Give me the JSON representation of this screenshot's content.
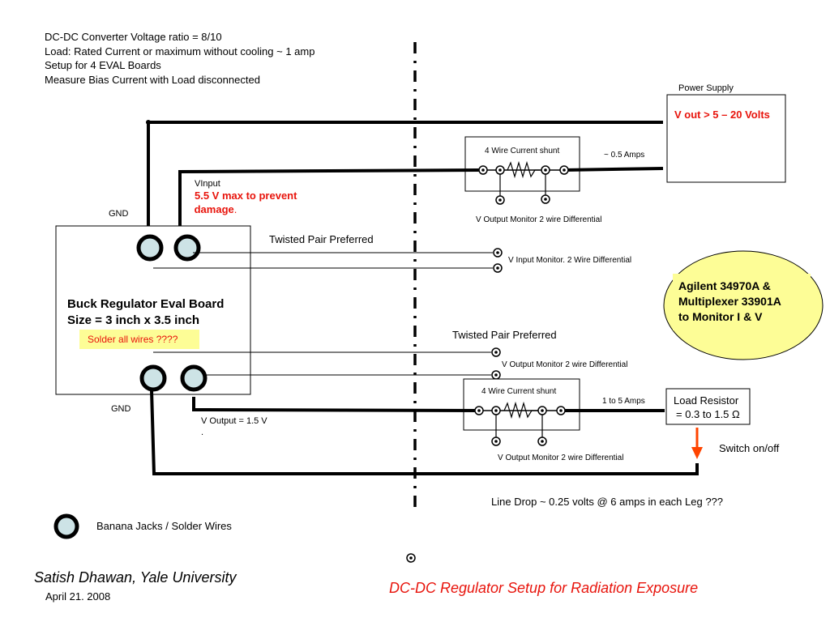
{
  "notes": [
    "DC-DC Converter Voltage ratio = 8/10",
    "Load: Rated Current or maximum without cooling ~ 1 amp",
    "Setup for 4 EVAL Boards",
    "Measure Bias Current with Load disconnected"
  ],
  "power_supply": {
    "label": "Power Supply",
    "value": "V out > 5 – 20 Volts"
  },
  "shunt_top": {
    "label": "4 Wire Current shunt",
    "current": "~ 0.5 Amps",
    "monitor": "V Output Monitor 2 wire Differential"
  },
  "vinput": {
    "label": "VInput",
    "warning_line1": "5.5 V max to prevent",
    "warning_line2": " damage",
    "warning_dot": "."
  },
  "gnd_top": "GND",
  "gnd_bottom": "GND",
  "twisted_pair_top": "Twisted Pair Preferred",
  "v_input_monitor": "V Input Monitor. 2 Wire Differential",
  "eval_board": {
    "line1": "Buck Regulator Eval Board",
    "line2": "Size = 3 inch x 3.5 inch",
    "note": "Solder all wires ????"
  },
  "agilent": {
    "line1": "Agilent 34970A &",
    "line2": "Multiplexer 33901A",
    "line3": "to Monitor I & V"
  },
  "twisted_pair_bottom": "Twisted Pair Preferred",
  "v_output_monitor_mid": "V Output Monitor 2 wire Differential",
  "shunt_bottom": {
    "label": "4 Wire Current shunt",
    "current": "1 to 5 Amps",
    "monitor": "V Output Monitor 2 wire Differential"
  },
  "load_resistor": {
    "line1": "Load Resistor",
    "line2": "= 0.3 to 1.5 Ω"
  },
  "switch_label": "Switch on/off",
  "v_output": "V Output = 1.5 V",
  "v_output_dot": ".",
  "line_drop": "Line Drop ~ 0.25 volts @ 6 amps in each Leg ???",
  "legend": "Banana Jacks / Solder Wires",
  "author": "Satish Dhawan, Yale University",
  "date": "April 21. 2008",
  "caption": "DC-DC Regulator Setup for Radiation Exposure",
  "colors": {
    "warning": "#e8140c",
    "ellipse_fill": "#fdfd96",
    "jack_fill": "#cde3e6",
    "note_fill": "#fdfd96",
    "arrow": "#ff4400"
  }
}
